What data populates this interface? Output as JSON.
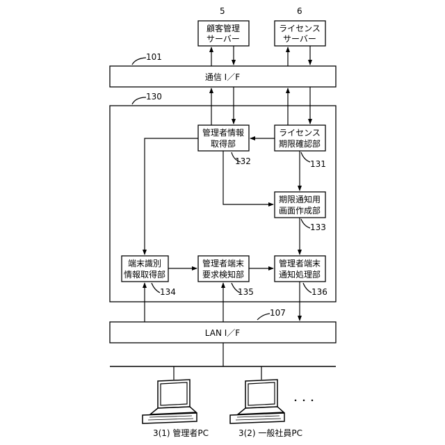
{
  "servers": {
    "customer": {
      "ref": "5",
      "line1": "顧客管理",
      "line2": "サーバー"
    },
    "license": {
      "ref": "6",
      "line1": "ライセンス",
      "line2": "サーバー"
    }
  },
  "comm_if": {
    "ref": "101",
    "label": "通信 I／F"
  },
  "unit": {
    "ref": "130"
  },
  "blocks": {
    "admin_info": {
      "ref": "132",
      "line1": "管理者情報",
      "line2": "取得部"
    },
    "license_check": {
      "ref": "131",
      "line1": "ライセンス",
      "line2": "期限確認部"
    },
    "notice_screen": {
      "ref": "133",
      "line1": "期限通知用",
      "line2": "画面作成部"
    },
    "terminal_id": {
      "ref": "134",
      "line1": "端末識別",
      "line2": "情報取得部"
    },
    "request_detect": {
      "ref": "135",
      "line1": "管理者端末",
      "line2": "要求検知部"
    },
    "notify_process": {
      "ref": "136",
      "line1": "管理者端末",
      "line2": "通知処理部"
    }
  },
  "lan_if": {
    "ref": "107",
    "label": "LAN I／F"
  },
  "pcs": [
    {
      "label": "3(1) 管理者PC"
    },
    {
      "label": "3(2) 一般社員PC"
    }
  ],
  "ellipsis": "・・・"
}
